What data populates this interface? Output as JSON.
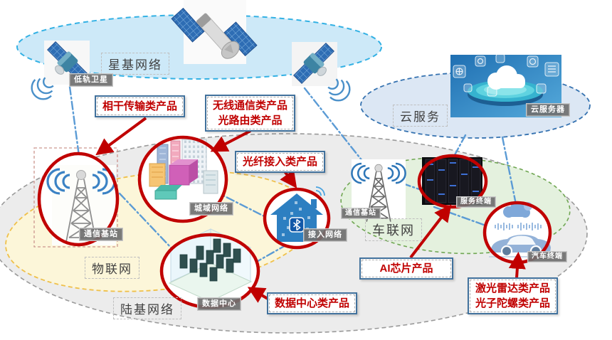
{
  "regions": {
    "satellite_network": {
      "label": "星基网络"
    },
    "cloud_service": {
      "label": "云服务"
    },
    "iot": {
      "label": "物联网"
    },
    "ground_network": {
      "label": "陆基网络"
    },
    "vehicle_network": {
      "label": "车联网"
    }
  },
  "nodes": {
    "low_orbit_satellite": {
      "label": "低轨卫星"
    },
    "base_station_iot": {
      "label": "通信基站"
    },
    "metro_network": {
      "label": "城域网络"
    },
    "access_network": {
      "label": "接入网络"
    },
    "data_center": {
      "label": "数据中心"
    },
    "base_station_vehicle": {
      "label": "通信基站"
    },
    "service_terminal": {
      "label": "服务终端"
    },
    "car_terminal": {
      "label": "汽车终端"
    },
    "cloud_server": {
      "label": "云服务器"
    }
  },
  "products": {
    "coherent_transmission": {
      "line1": "相干传输类产品"
    },
    "wireless_and_optical_routing": {
      "line1": "无线通信类产品",
      "line2": "光路由类产品"
    },
    "fiber_access": {
      "line1": "光纤接入类产品"
    },
    "ai_chip": {
      "line1": "AI芯片产品"
    },
    "data_center_products": {
      "line1": "数据中心类产品"
    },
    "lidar_and_photonic_gyro": {
      "line1": "激光雷达类产品",
      "line2": "光子陀螺类产品"
    }
  },
  "colors": {
    "product_text": "#C00000",
    "product_border": "#41719C",
    "arrow": "#C00000",
    "connector": "#5B9BD5",
    "satellite_network_fill": "#CDE9F8",
    "satellite_network_stroke": "#33B1E4",
    "cloud_fill": "#DCE7F4",
    "cloud_stroke": "#3572B0",
    "iot_fill": "#FCF6D9",
    "iot_stroke": "#EFC04A",
    "vehicle_fill": "#E4F1DE",
    "vehicle_stroke": "#70A653",
    "ground_fill": "#ECECEC",
    "ground_stroke": "#9A9A9A",
    "badge_bg": "#707070"
  }
}
